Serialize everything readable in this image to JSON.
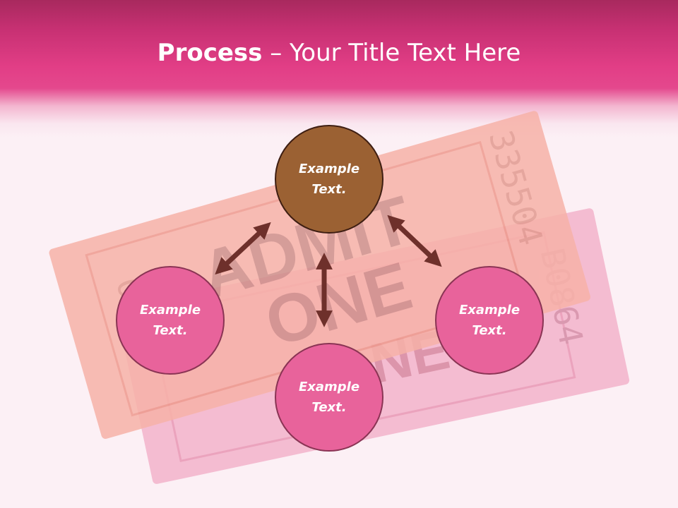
{
  "title": {
    "bold": "Process",
    "separator": " – ",
    "rest": "Your Title Text Here"
  },
  "circles": {
    "top": {
      "line1": "Example",
      "line2": "Text."
    },
    "left": {
      "line1": "Example",
      "line2": "Text."
    },
    "bottom": {
      "line1": "Example",
      "line2": "Text."
    },
    "right": {
      "line1": "Example",
      "line2": "Text."
    }
  },
  "tickets": {
    "front": {
      "line1": "ADMIT",
      "line2": "ONE",
      "serial_left": "03",
      "serial_right": "335504"
    },
    "back": {
      "line2": "ONE",
      "serial_right": "B0864"
    }
  },
  "colors": {
    "header": "#e23e86",
    "circle_pink": "#e8639b",
    "circle_brown": "#9b6133",
    "arrow": "#6e302b",
    "ticket_front": "#f4a39a",
    "ticket_back": "#f1a7c3"
  }
}
